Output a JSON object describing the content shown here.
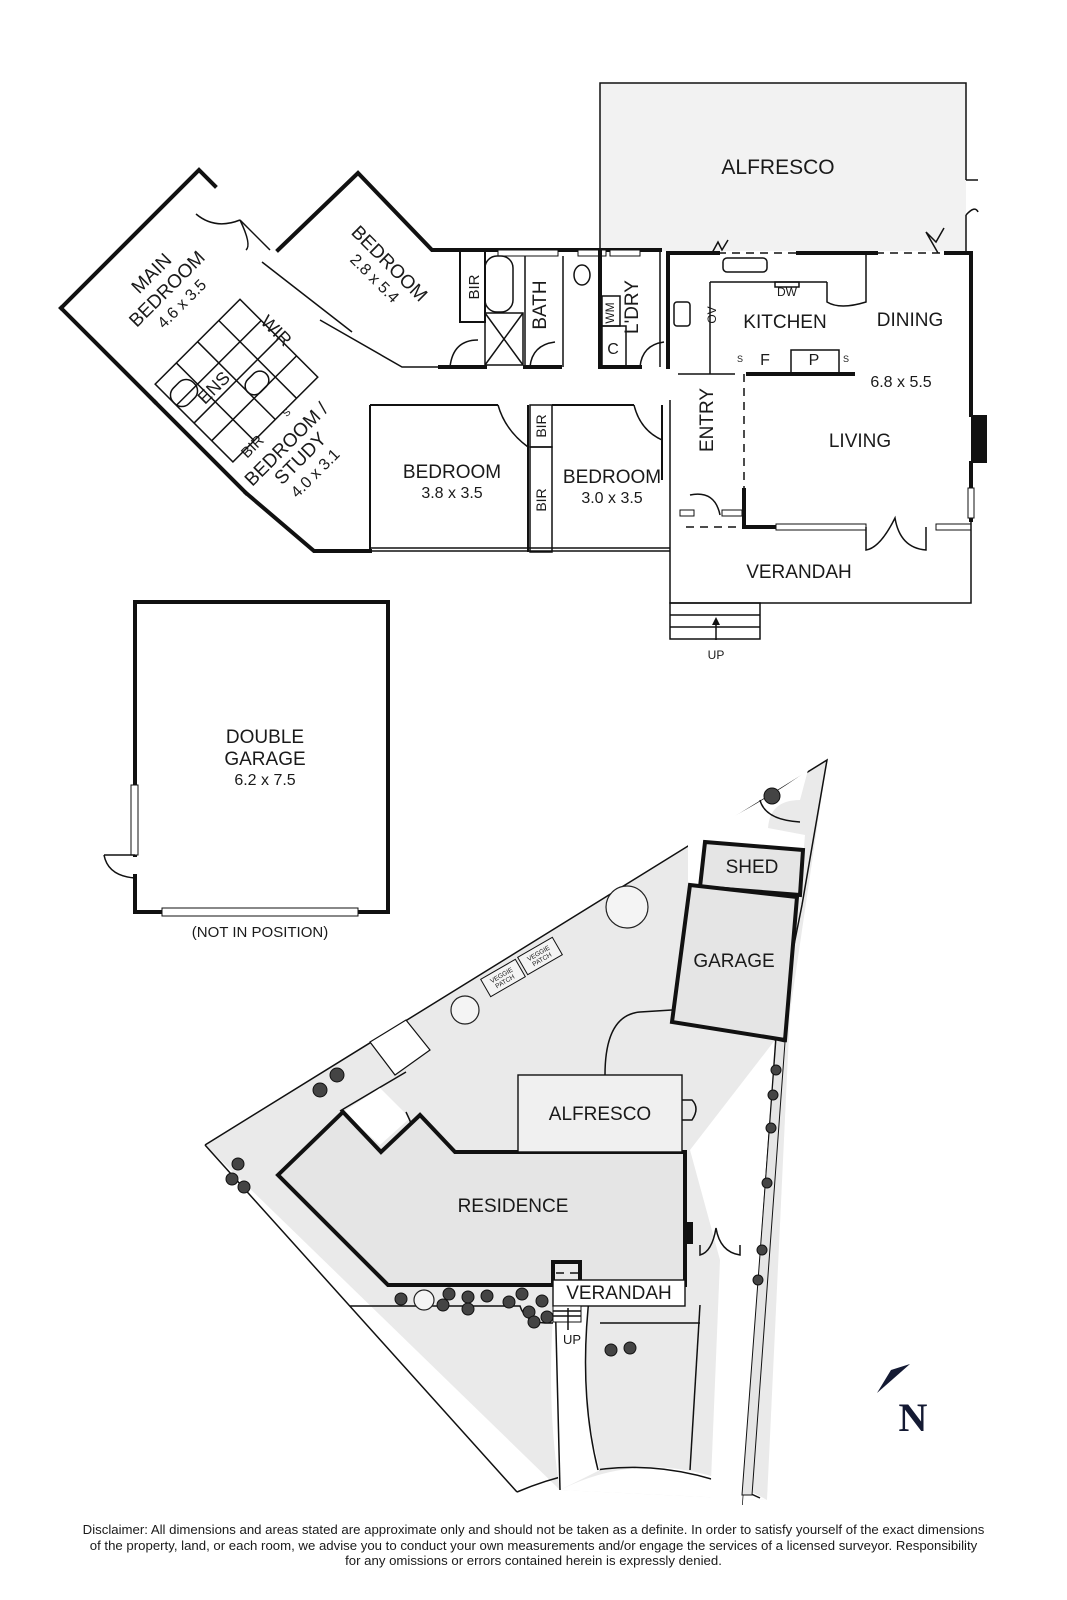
{
  "floor_plan": {
    "rooms": [
      {
        "id": "alfresco_top",
        "name": "ALFRESCO"
      },
      {
        "id": "main_bedroom",
        "name_line1": "MAIN",
        "name_line2": "BEDROOM",
        "dims": "4.6 x 3.5"
      },
      {
        "id": "bedroom_2",
        "name": "BEDROOM",
        "dims": "2.8 x 5.4"
      },
      {
        "id": "wir",
        "name": "WIR"
      },
      {
        "id": "ens",
        "name": "ENS"
      },
      {
        "id": "bir_ens",
        "name": "BIR"
      },
      {
        "id": "ens_s",
        "name": "S"
      },
      {
        "id": "bedroom_study",
        "name_line1": "BEDROOM /",
        "name_line2": "STUDY",
        "dims": "4.0 x 3.1"
      },
      {
        "id": "bir_hall",
        "name": "BIR"
      },
      {
        "id": "bath",
        "name": "BATH"
      },
      {
        "id": "wm",
        "name": "WM"
      },
      {
        "id": "ldry",
        "name": "L'DRY"
      },
      {
        "id": "c",
        "name": "C"
      },
      {
        "id": "ov",
        "name": "OV"
      },
      {
        "id": "dw",
        "name": "DW"
      },
      {
        "id": "kitchen",
        "name": "KITCHEN"
      },
      {
        "id": "dining",
        "name": "DINING"
      },
      {
        "id": "kitchen_f",
        "name": "F"
      },
      {
        "id": "kitchen_p",
        "name": "P"
      },
      {
        "id": "kitchen_s1",
        "name": "S"
      },
      {
        "id": "kitchen_s2",
        "name": "S"
      },
      {
        "id": "living_dims",
        "dims": "6.8 x 5.5"
      },
      {
        "id": "living",
        "name": "LIVING"
      },
      {
        "id": "entry",
        "name": "ENTRY"
      },
      {
        "id": "bedroom_3",
        "name": "BEDROOM",
        "dims": "3.8 x 3.5"
      },
      {
        "id": "bedroom_4",
        "name": "BEDROOM",
        "dims": "3.0 x 3.5"
      },
      {
        "id": "bir_b3a",
        "name": "BIR"
      },
      {
        "id": "bir_b3b",
        "name": "BIR"
      },
      {
        "id": "verandah",
        "name": "VERANDAH"
      },
      {
        "id": "up",
        "name": "UP"
      }
    ],
    "garage": {
      "name_line1": "DOUBLE",
      "name_line2": "GARAGE",
      "dims": "6.2 x 7.5",
      "note": "(NOT IN POSITION)"
    }
  },
  "site_plan": {
    "labels": {
      "shed": "SHED",
      "garage": "GARAGE",
      "alfresco": "ALFRESCO",
      "residence": "RESIDENCE",
      "verandah": "VERANDAH",
      "up": "UP",
      "veggie_line1": "VEGGIE",
      "veggie_line2": "PATCH"
    }
  },
  "north_arrow": {
    "label": "N",
    "color": "#141a33"
  },
  "colors": {
    "wall": "#111111",
    "site_fill": "#eaeaea",
    "alfresco_fill": "#f2f2f2"
  },
  "disclaimer": {
    "line1": "Disclaimer: All dimensions and areas stated are approximate only and should not be taken as a definite. In order to satisfy yourself of the exact dimensions",
    "line2": "of the property, land, or each room, we advise you to conduct your own measurements and/or engage the services of a licensed surveyor. Responsibility",
    "line3": "for any omissions or errors contained herein is expressly denied."
  }
}
